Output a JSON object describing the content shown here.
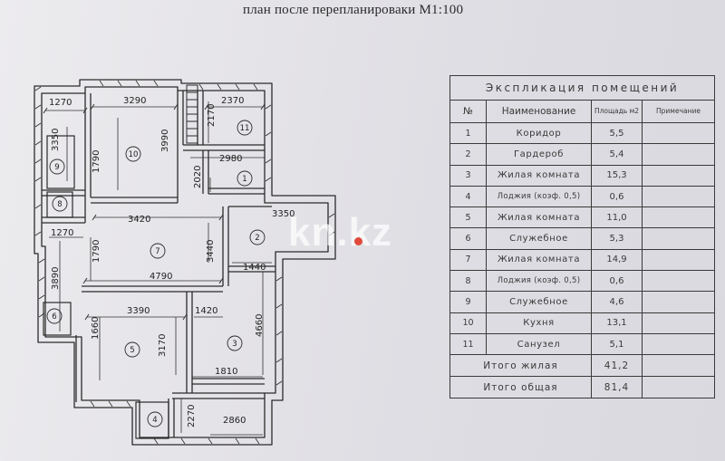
{
  "page_title": "план после перепланироваки  М1:100",
  "watermark": "kn.kz",
  "plan": {
    "dimensions": [
      "1270",
      "3290",
      "2370",
      "2170",
      "3990",
      "3350",
      "1790",
      "2980",
      "2020",
      "3420",
      "3350",
      "3440",
      "1270",
      "1790",
      "3890",
      "4790",
      "1440",
      "3390",
      "1420",
      "4660",
      "1660",
      "3170",
      "1810",
      "2270",
      "2860"
    ],
    "rooms": [
      "1",
      "2",
      "3",
      "4",
      "5",
      "6",
      "7",
      "8",
      "9",
      "10",
      "11"
    ]
  },
  "table": {
    "title": "Экспликация помещений",
    "headers": {
      "no": "№",
      "name": "Наименование",
      "area": "Площадь м2",
      "note": "Примечание"
    },
    "rows": [
      {
        "no": "1",
        "name": "Коридор",
        "area": "5,5"
      },
      {
        "no": "2",
        "name": "Гардероб",
        "area": "5,4"
      },
      {
        "no": "3",
        "name": "Жилая комната",
        "area": "15,3"
      },
      {
        "no": "4",
        "name": "Лоджия (коэф. 0,5)",
        "area": "0,6"
      },
      {
        "no": "5",
        "name": "Жилая комната",
        "area": "11,0"
      },
      {
        "no": "6",
        "name": "Служебное",
        "area": "5,3"
      },
      {
        "no": "7",
        "name": "Жилая комната",
        "area": "14,9"
      },
      {
        "no": "8",
        "name": "Лоджия (коэф. 0,5)",
        "area": "0,6"
      },
      {
        "no": "9",
        "name": "Служебное",
        "area": "4,6"
      },
      {
        "no": "10",
        "name": "Кухня",
        "area": "13,1"
      },
      {
        "no": "11",
        "name": "Санузел",
        "area": "5,1"
      }
    ],
    "totals": [
      {
        "label": "Итого жилая",
        "area": "41,2"
      },
      {
        "label": "Итого общая",
        "area": "81,4"
      }
    ]
  }
}
